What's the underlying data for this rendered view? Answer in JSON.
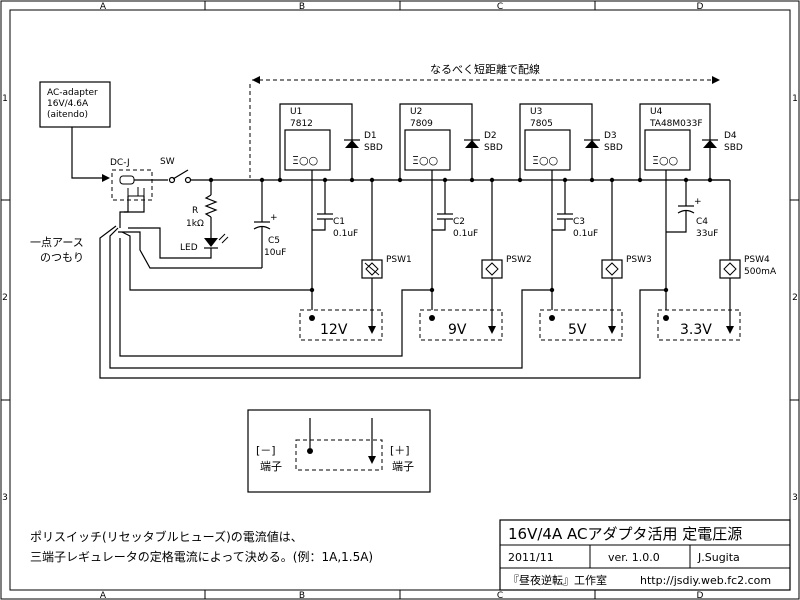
{
  "grid": {
    "columns": [
      "A",
      "B",
      "C",
      "D"
    ],
    "rows": [
      "1",
      "2",
      "3"
    ]
  },
  "note_route": "なるべく短距離で配線",
  "source": {
    "adapter": [
      "AC-adapter",
      "16V/4.6A",
      "(aitendo)"
    ],
    "dc_jack": "DC-J",
    "switch": "SW",
    "resistor": [
      "R",
      "1kΩ"
    ],
    "led": "LED",
    "ground_note": [
      "一点アース",
      "のつもり"
    ],
    "c5": [
      "C5",
      "10uF"
    ]
  },
  "regulators": [
    {
      "ref": "U1",
      "part": "7812",
      "diode": [
        "D1",
        "SBD"
      ],
      "cap": [
        "C1",
        "0.1uF"
      ],
      "psw": "PSW1",
      "output": "12V"
    },
    {
      "ref": "U2",
      "part": "7809",
      "diode": [
        "D2",
        "SBD"
      ],
      "cap": [
        "C2",
        "0.1uF"
      ],
      "psw": "PSW2",
      "output": "9V"
    },
    {
      "ref": "U3",
      "part": "7805",
      "diode": [
        "D3",
        "SBD"
      ],
      "cap": [
        "C3",
        "0.1uF"
      ],
      "psw": "PSW3",
      "output": "5V"
    },
    {
      "ref": "U4",
      "part": "TA48M033F",
      "diode": [
        "D4",
        "SBD"
      ],
      "cap": [
        "C4",
        "33uF"
      ],
      "psw": "PSW4",
      "psw_rating": "500mA",
      "output": "3.3V"
    }
  ],
  "legend": {
    "minus": "[－]",
    "plus": "[＋]",
    "terminal": "端子"
  },
  "footnote": [
    "ポリスイッチ(リセッタブルヒューズ)の電流値は、",
    "三端子レギュレータの定格電流によって決める。(例：1A,1.5A)"
  ],
  "title_block": {
    "title": "16V/4A ACアダプタ活用 定電圧源",
    "date": "2011/11",
    "version": "ver. 1.0.0",
    "author": "J.Sugita",
    "studio": "『昼夜逆転』工作室",
    "url": "http://jsdiy.web.fc2.com"
  }
}
